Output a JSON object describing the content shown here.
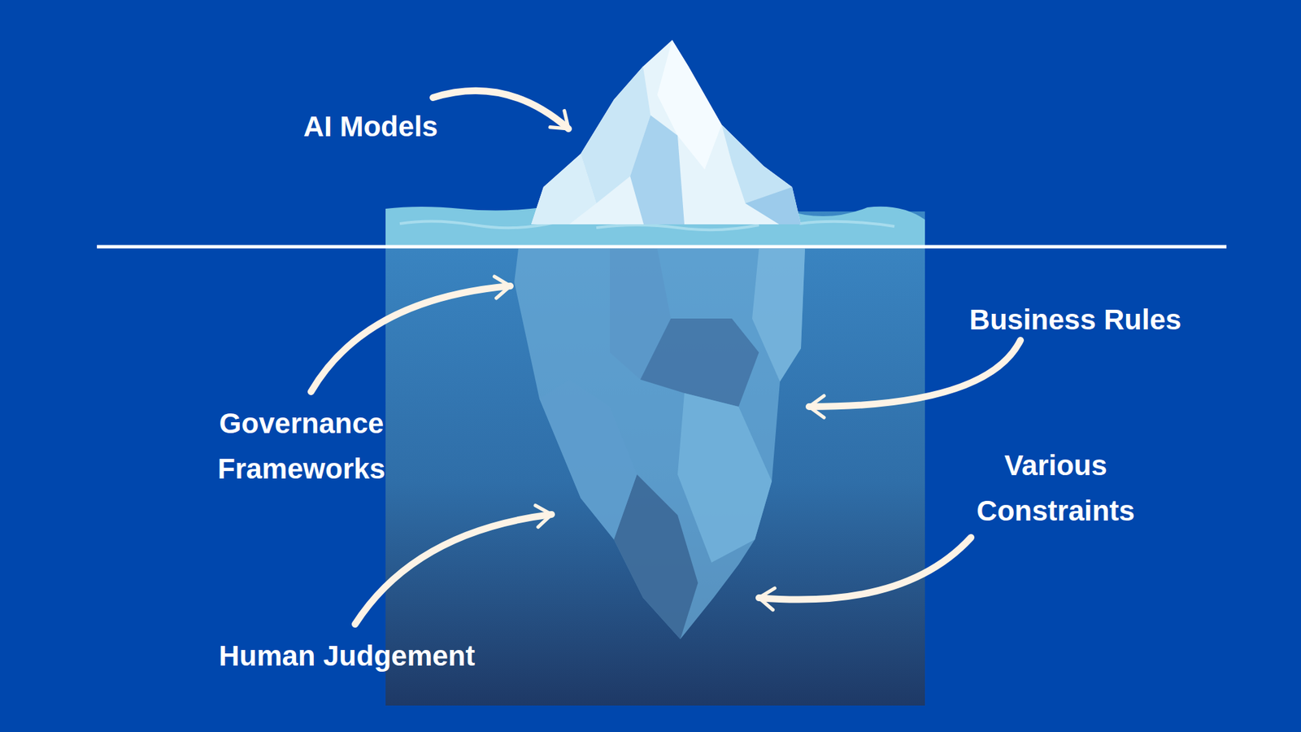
{
  "diagram": {
    "labels": [
      "AI Models",
      "Business Rules",
      "Governance Frameworks",
      "Various Constraints",
      "Human Judgement"
    ]
  }
}
